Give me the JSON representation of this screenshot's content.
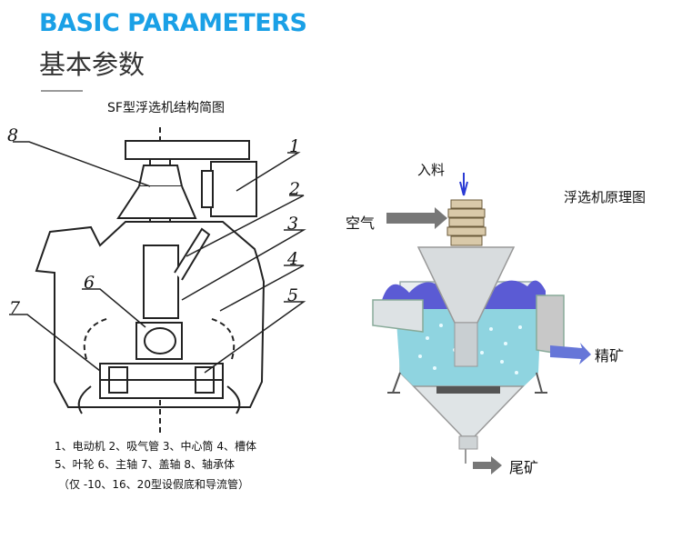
{
  "header": {
    "title_en": "BASIC PARAMETERS",
    "title_cn": "基本参数"
  },
  "left_diagram": {
    "title": "SF型浮选机结构简图",
    "callouts": [
      "8",
      "1",
      "2",
      "3",
      "4",
      "6",
      "5",
      "7"
    ],
    "legend": [
      "1、电动机  2、吸气管  3、中心筒  4、槽体",
      "5、叶轮   6、主轴   7、盖轴   8、轴承体",
      "（仅 -10、16、20型设假底和导流管）"
    ]
  },
  "right_diagram": {
    "title": "浮选机原理图",
    "labels": {
      "feed": "入料",
      "air": "空气",
      "concentrate": "精矿",
      "tailings": "尾矿"
    }
  },
  "colors": {
    "accent": "#1aa0e6",
    "water": "#8fd4e0",
    "froth": "#5b5bd4",
    "arrow": "#6b6b6b"
  }
}
